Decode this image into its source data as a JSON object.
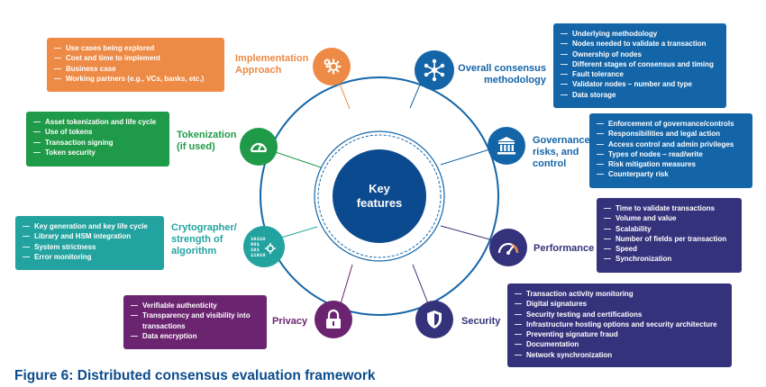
{
  "center": {
    "line1": "Key",
    "line2": "features"
  },
  "figure_caption": "Figure 6: Distributed consensus evaluation framework",
  "colors": {
    "implementation": "#ed8a45",
    "tokenization": "#1f9a48",
    "cryptographer": "#23a3a0",
    "privacy": "#6b2470",
    "security": "#34327b",
    "performance": "#34327b",
    "governance": "#1465a8",
    "consensus": "#1465a8",
    "center": "#0c4a8f",
    "caption": "#0b4c8c"
  },
  "implementation": {
    "label_line1": "Implementation",
    "label_line2": "Approach",
    "icon": "gears-icon",
    "items": [
      "Use cases being explored",
      "Cost and time to implement",
      "Business case",
      "Working partners (e.g., VCs, banks, etc.)"
    ]
  },
  "tokenization": {
    "label_line1": "Tokenization",
    "label_line2": "(if used)",
    "icon": "gauge-icon",
    "items": [
      "Asset tokenization and life cycle",
      "Use of tokens",
      "Transaction signing",
      "Token security"
    ]
  },
  "cryptographer": {
    "label_line1": "Crytographer/",
    "label_line2": "strength of",
    "label_line3": "algorithm",
    "icon": "binary-gear-icon",
    "items": [
      "Key generation and key life cycle",
      "Library and HSM integration",
      "System strictness",
      "Error monitoring"
    ]
  },
  "privacy": {
    "label": "Privacy",
    "icon": "padlock-icon",
    "items": [
      "Verifiable authenticity",
      "Transparency and visibility into transactions",
      "Data encryption"
    ]
  },
  "security": {
    "label": "Security",
    "icon": "shield-icon",
    "items": [
      "Transaction activity monitoring",
      "Digital  signatures",
      "Security testing and certifications",
      "Infrastructure hosting options and security architecture",
      "Preventing signature fraud",
      "Documentation",
      "Network synchronization"
    ]
  },
  "performance": {
    "label": "Performance",
    "icon": "speedometer-icon",
    "items": [
      "Time to validate transactions",
      "Volume and value",
      "Scalability",
      "Number of fields per transaction",
      "Speed",
      "Synchronization"
    ]
  },
  "governance": {
    "label_line1": "Governance,",
    "label_line2": "risks, and",
    "label_line3": "control",
    "icon": "bank-building-icon",
    "items": [
      "Enforcement of governance/controls",
      "Responsibilities and legal action",
      "Access control and admin privileges",
      "Types of nodes – read/write",
      "Risk mitigation measures",
      "Counterparty risk"
    ]
  },
  "consensus": {
    "label_line1": "Overall consensus",
    "label_line2": "methodology",
    "icon": "network-hub-icon",
    "items": [
      "Underlying methodology",
      "Nodes needed to validate a transaction",
      "Ownership of nodes",
      "Different stages of consensus and timing",
      "Fault tolerance",
      "Validator nodes – number and type",
      "Data storage"
    ]
  }
}
